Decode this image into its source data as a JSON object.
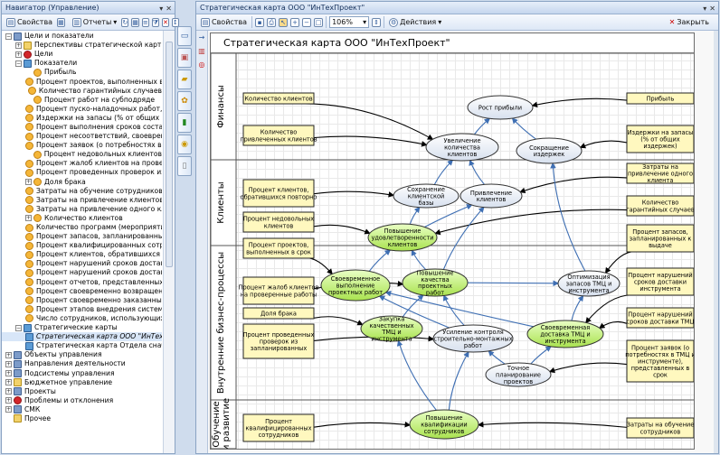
{
  "navigator": {
    "title": "Навигатор (Управление)",
    "toolbar": {
      "properties": "Свойства",
      "reports": "Отчеты"
    },
    "tree": [
      {
        "label": "Цели и показатели",
        "level": 0,
        "exp": "−",
        "g": "g-root"
      },
      {
        "label": "Перспективы стратегической карты",
        "level": 1,
        "exp": "+",
        "g": "g-fold"
      },
      {
        "label": "Цели",
        "level": 1,
        "exp": "+",
        "g": "g-goal"
      },
      {
        "label": "Показатели",
        "level": 1,
        "exp": "−",
        "g": "g-map"
      },
      {
        "label": "Прибыль",
        "level": 2,
        "g": "g-kpi"
      },
      {
        "label": "Процент проектов, выполненных в срок",
        "level": 2,
        "g": "g-kpi"
      },
      {
        "label": "Количество гарантийных случаев",
        "level": 2,
        "g": "g-kpi"
      },
      {
        "label": "Процент работ на субподряде",
        "level": 2,
        "g": "g-kpi"
      },
      {
        "label": "Процент пуско-наладочных работ, выполнен",
        "level": 2,
        "g": "g-kpi"
      },
      {
        "label": "Издержки на запасы (% от общих издержек)",
        "level": 2,
        "g": "g-kpi"
      },
      {
        "label": "Процент выполнения сроков составления пл",
        "level": 2,
        "g": "g-kpi"
      },
      {
        "label": "Процент несоответствий, своевременно дов",
        "level": 2,
        "g": "g-kpi"
      },
      {
        "label": "Процент заявок (о потребностях в ТМЦ и инс",
        "level": 2,
        "g": "g-kpi"
      },
      {
        "label": "Процент недовольных клиентов",
        "level": 2,
        "g": "g-kpi"
      },
      {
        "label": "Процент жалоб клиентов на проверенные раб",
        "level": 2,
        "g": "g-kpi"
      },
      {
        "label": "Процент проведенных проверок из запланир",
        "level": 2,
        "g": "g-kpi"
      },
      {
        "label": "Доля брака",
        "level": 2,
        "exp": "+",
        "g": "g-kpi"
      },
      {
        "label": "Затраты на обучение сотрудников",
        "level": 2,
        "g": "g-kpi"
      },
      {
        "label": "Затраты на привлечение клиентов",
        "level": 2,
        "g": "g-kpi"
      },
      {
        "label": "Затраты на привлечение одного клиента",
        "level": 2,
        "g": "g-kpi"
      },
      {
        "label": "Количество клиентов",
        "level": 2,
        "exp": "+",
        "g": "g-kpi"
      },
      {
        "label": "Количество программ (мероприятий) по повы",
        "level": 2,
        "g": "g-kpi"
      },
      {
        "label": "Процент запасов, запланированных к выдаче",
        "level": 2,
        "g": "g-kpi"
      },
      {
        "label": "Процент квалифицированных сотрудников",
        "level": 2,
        "g": "g-kpi"
      },
      {
        "label": "Процент клиентов, обратившихся повторно",
        "level": 2,
        "g": "g-kpi"
      },
      {
        "label": "Процент нарушений сроков доставки инстру",
        "level": 2,
        "g": "g-kpi"
      },
      {
        "label": "Процент нарушений сроков доставки ТМЦ",
        "level": 2,
        "g": "g-kpi"
      },
      {
        "label": "Процент отчетов, представленных в срок",
        "level": 2,
        "g": "g-kpi"
      },
      {
        "label": "Процент своевременно возвращенных непра",
        "level": 2,
        "g": "g-kpi"
      },
      {
        "label": "Процент своевременно заказанных ТМЦ и ин",
        "level": 2,
        "g": "g-kpi"
      },
      {
        "label": "Процент этапов внедрения системы, выполн",
        "level": 2,
        "g": "g-kpi"
      },
      {
        "label": "Число сотрудников, использующих систему",
        "level": 2,
        "g": "g-kpi"
      },
      {
        "label": "Стратегические карты",
        "level": 1,
        "exp": "−",
        "g": "g-map"
      },
      {
        "label": "Стратегическая карта ООО \"ИнТехПроект\"",
        "level": 2,
        "g": "g-map",
        "hl": true
      },
      {
        "label": "Стратегическая карта Отдела снабжения",
        "level": 2,
        "g": "g-map"
      },
      {
        "label": "Объекты управления",
        "level": 0,
        "exp": "+",
        "g": "g-root"
      },
      {
        "label": "Направления деятельности",
        "level": 0,
        "exp": "+",
        "g": "g-root"
      },
      {
        "label": "Подсистемы управления",
        "level": 0,
        "exp": "+",
        "g": "g-root"
      },
      {
        "label": "Бюджетное управление",
        "level": 0,
        "exp": "+",
        "g": "g-fold"
      },
      {
        "label": "Проекты",
        "level": 0,
        "exp": "+",
        "g": "g-root"
      },
      {
        "label": "Проблемы и отклонения",
        "level": 0,
        "exp": "+",
        "g": "g-goal"
      },
      {
        "label": "СМК",
        "level": 0,
        "exp": "+",
        "g": "g-root"
      },
      {
        "label": "Прочее",
        "level": 0,
        "g": "g-fold"
      }
    ]
  },
  "document": {
    "tab_title": "Стратегическая карта ООО \"ИнТехПроект\"",
    "toolbar": {
      "properties": "Свойства",
      "zoom": "106%",
      "actions": "Действия",
      "close": "Закрыть"
    },
    "map_title": "Стратегическая карта ООО \"ИнТехПроект\""
  },
  "map": {
    "perspectives": [
      {
        "name": "Финансы"
      },
      {
        "name": "Клиенты"
      },
      {
        "name": "Внутренние бизнес-процессы"
      },
      {
        "name": "Обучение и развитие"
      }
    ],
    "indicators": [
      {
        "id": "k1",
        "label": "Количество клиентов"
      },
      {
        "id": "k2",
        "label": "Количество привлеченных клиентов"
      },
      {
        "id": "k3",
        "label": "Прибыль"
      },
      {
        "id": "k4",
        "label": "Издержки на запасы (% от общих издержек)"
      },
      {
        "id": "k5",
        "label": "Процент клиентов, обратившихся повторно"
      },
      {
        "id": "k6",
        "label": "Процент недовольных клиентов"
      },
      {
        "id": "k7",
        "label": "Процент проектов, выполненных в срок"
      },
      {
        "id": "k8",
        "label": "Затраты на привлечение одного клиента"
      },
      {
        "id": "k9",
        "label": "Количество гарантийных случаев"
      },
      {
        "id": "k10",
        "label": "Процент запасов, запланированных к выдаче"
      },
      {
        "id": "k11",
        "label": "Процент жалоб клиентов на проверенные работы"
      },
      {
        "id": "k12",
        "label": "Доля брака"
      },
      {
        "id": "k13",
        "label": "Процент проведенных проверок из запланированных"
      },
      {
        "id": "k14",
        "label": "Процент нарушений сроков доставки инструмента"
      },
      {
        "id": "k15",
        "label": "Процент нарушений сроков доставки ТМЦ"
      },
      {
        "id": "k16",
        "label": "Процент заявок (о потребностях в ТМЦ и инструменте), представленных в срок"
      },
      {
        "id": "k17",
        "label": "Процент квалифицированных сотрудников"
      },
      {
        "id": "k18",
        "label": "Затраты на обучение сотрудников"
      }
    ],
    "goals": [
      {
        "id": "g1",
        "label": "Рост прибыли",
        "green": false
      },
      {
        "id": "g2",
        "label": "Увеличение количества клиентов",
        "green": false
      },
      {
        "id": "g3",
        "label": "Сокращение издержек",
        "green": false
      },
      {
        "id": "g4",
        "label": "Сохранение клиентской базы",
        "green": false
      },
      {
        "id": "g5",
        "label": "Привлечение клиентов",
        "green": false
      },
      {
        "id": "g6",
        "label": "Повышение удовлетворенности клиентов",
        "green": true
      },
      {
        "id": "g7",
        "label": "Своевременное выполнение проектных работ",
        "green": true
      },
      {
        "id": "g8",
        "label": "Повышение качества проектных работ",
        "green": true
      },
      {
        "id": "g9",
        "label": "Оптимизация запасов ТМЦ и инструмента",
        "green": false
      },
      {
        "id": "g10",
        "label": "Закупка качественных ТМЦ и инструмента",
        "green": true
      },
      {
        "id": "g11",
        "label": "Усиление контроля строительно-монтажных работ",
        "green": false
      },
      {
        "id": "g12",
        "label": "Своевременная доставка ТМЦ и инструмента",
        "green": true
      },
      {
        "id": "g13",
        "label": "Точное планирование проектов",
        "green": false
      },
      {
        "id": "g14",
        "label": "Повышение квалификации сотрудников",
        "green": true
      }
    ]
  }
}
